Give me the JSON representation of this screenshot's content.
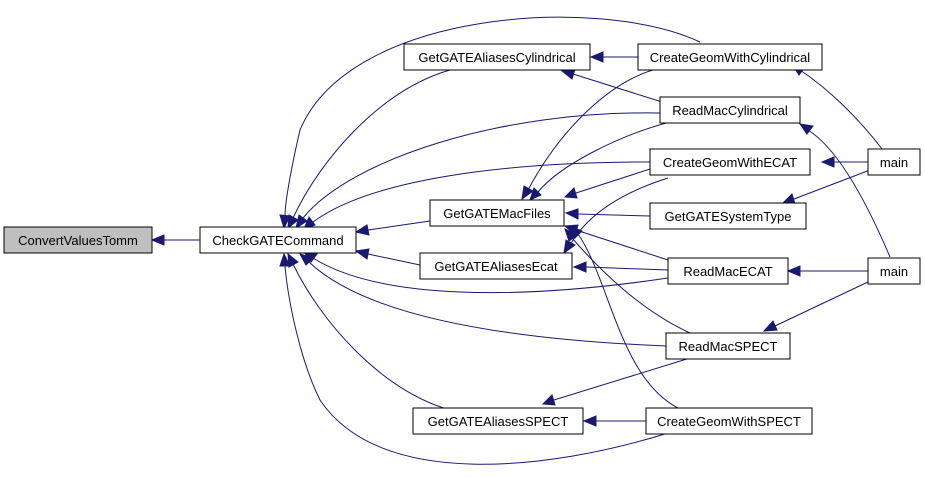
{
  "nodes": {
    "convert": "ConvertValuesTomm",
    "check": "CheckGATECommand",
    "alias_cyl": "GetGATEAliasesCylindrical",
    "mac_files": "GetGATEMacFiles",
    "alias_ecat": "GetGATEAliasesEcat",
    "alias_spect": "GetGATEAliasesSPECT",
    "cg_cyl": "CreateGeomWithCylindrical",
    "rm_cyl": "ReadMacCylindrical",
    "cg_ecat": "CreateGeomWithECAT",
    "sys_type": "GetGATESystemType",
    "rm_ecat": "ReadMacECAT",
    "rm_spect": "ReadMacSPECT",
    "cg_spect": "CreateGeomWithSPECT",
    "main1": "main",
    "main2": "main"
  },
  "colors": {
    "edge": "#191970",
    "highlight_fill": "#bfbfbf",
    "node_border": "#000000"
  }
}
